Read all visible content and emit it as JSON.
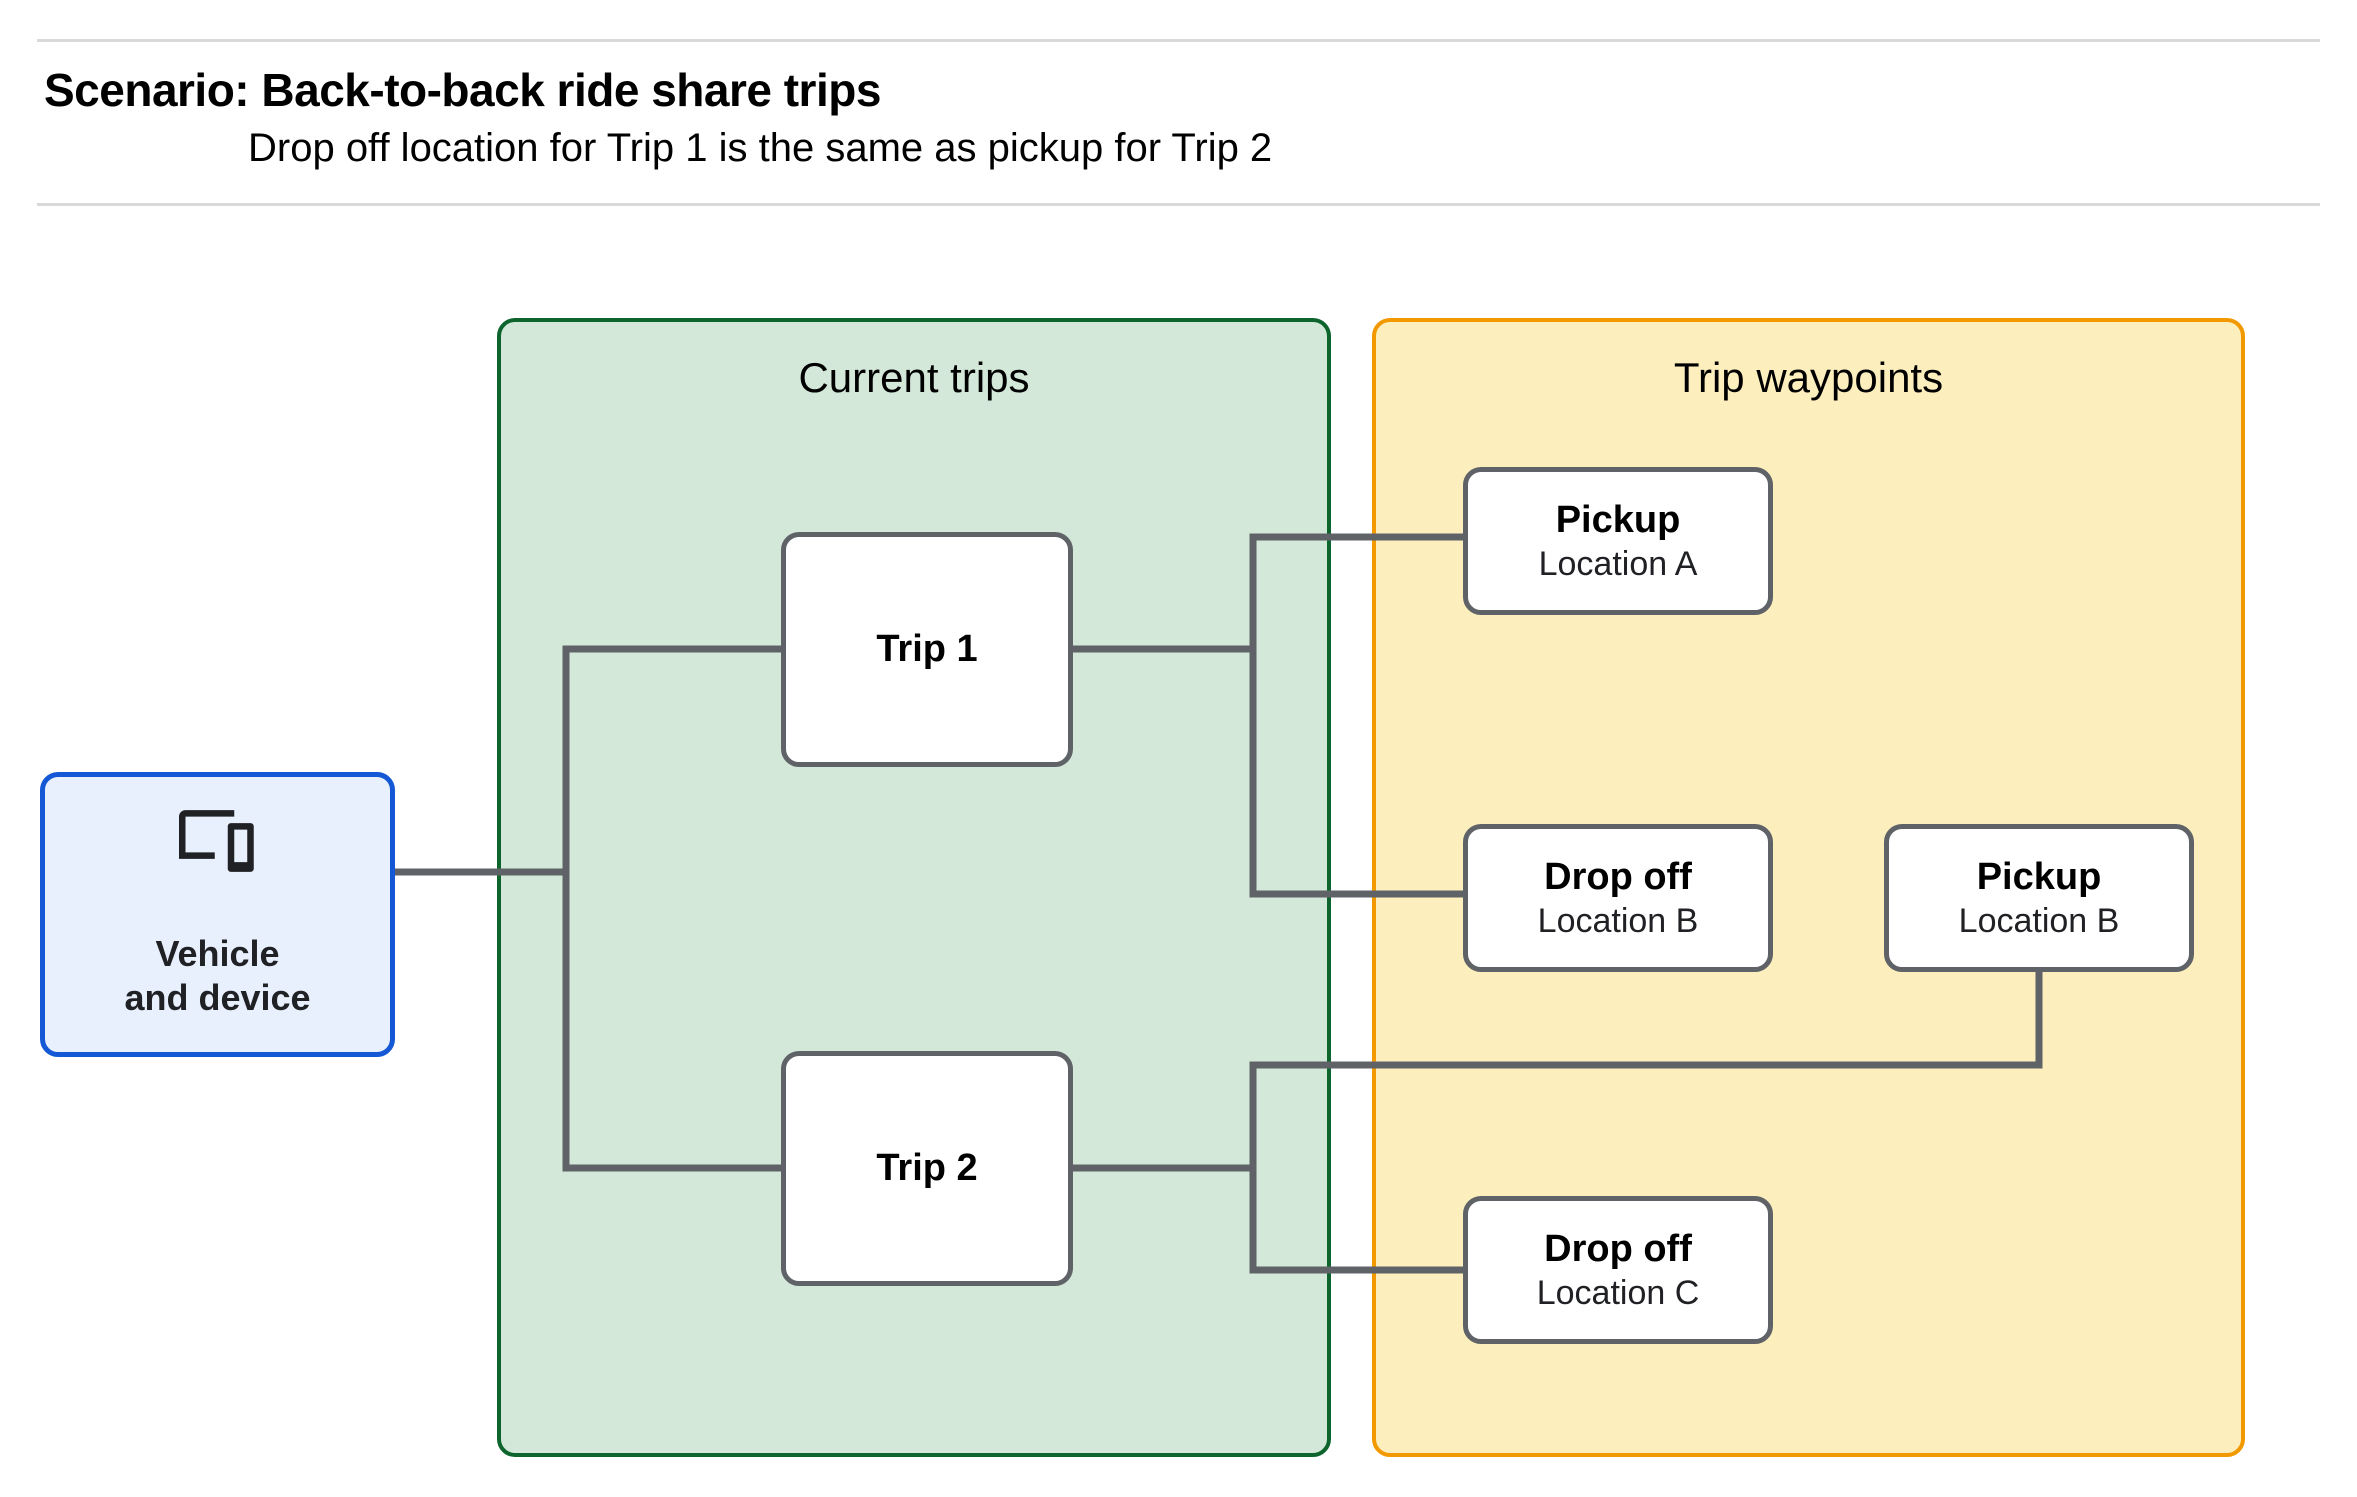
{
  "header": {
    "title": "Scenario: Back-to-back ride share trips",
    "subtitle": "Drop off  location for Trip 1 is the same as pickup for Trip 2"
  },
  "groups": {
    "current_trips": {
      "title": "Current trips",
      "fill": "#d3e8d9",
      "border": "#0d652d"
    },
    "trip_waypoints": {
      "title": "Trip waypoints",
      "fill": "#fdeebd",
      "border": "#f29900"
    }
  },
  "vehicle": {
    "icon": "devices-icon",
    "line1": "Vehicle",
    "line2": "and device",
    "fill": "#e8f0fe",
    "border": "#1558d6"
  },
  "trips": [
    {
      "label": "Trip 1"
    },
    {
      "label": "Trip 2"
    }
  ],
  "waypoints": [
    {
      "id": "pickup-a",
      "title": "Pickup",
      "location": "Location A"
    },
    {
      "id": "dropoff-b",
      "title": "Drop off",
      "location": "Location B"
    },
    {
      "id": "pickup-b",
      "title": "Pickup",
      "location": "Location B"
    },
    {
      "id": "dropoff-c",
      "title": "Drop off",
      "location": "Location C"
    }
  ],
  "colors": {
    "connector": "#5f6368",
    "node_border": "#5f6368",
    "rule": "#d9d9d9",
    "text": "#000000"
  }
}
